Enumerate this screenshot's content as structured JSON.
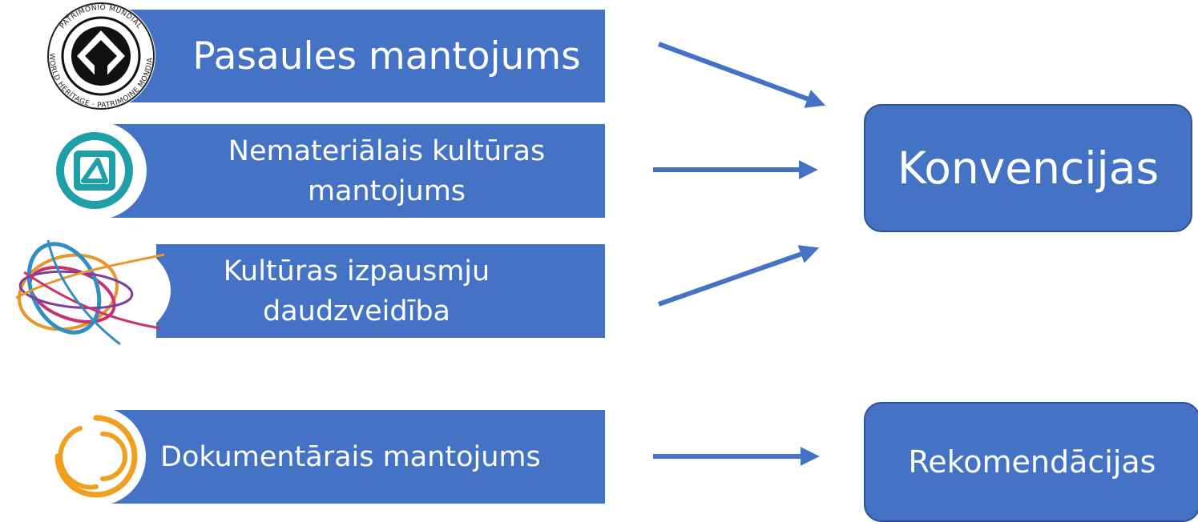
{
  "items": [
    {
      "label": "Pasaules mantojums",
      "logo": "world-heritage-emblem"
    },
    {
      "label": "Nemateriālais kultūras mantojums",
      "line1": "Nemateriālais kultūras",
      "line2": "mantojums",
      "logo": "intangible-heritage-emblem"
    },
    {
      "label": "Kultūras izpausmju daudzveidība",
      "line1": "Kultūras izpausmju",
      "line2": "daudzveidība",
      "logo": "diversity-emblem"
    },
    {
      "label": "Dokumentārais mantojums",
      "logo": "documentary-heritage-emblem"
    }
  ],
  "targets": {
    "conventions": "Konvencijas",
    "recommendations": "Rekomendācijas"
  },
  "logo_text": {
    "top": "PATRIMONIO MUNDIAL",
    "bottom": "WORLD HERITAGE · PATRIMOINE MONDIAL"
  },
  "colors": {
    "bar": "#4472c4",
    "box_border": "#2f528f",
    "arrow": "#4472c4",
    "intangible_logo": "#1fa0a8",
    "documentary_logo": "#f0a020"
  }
}
